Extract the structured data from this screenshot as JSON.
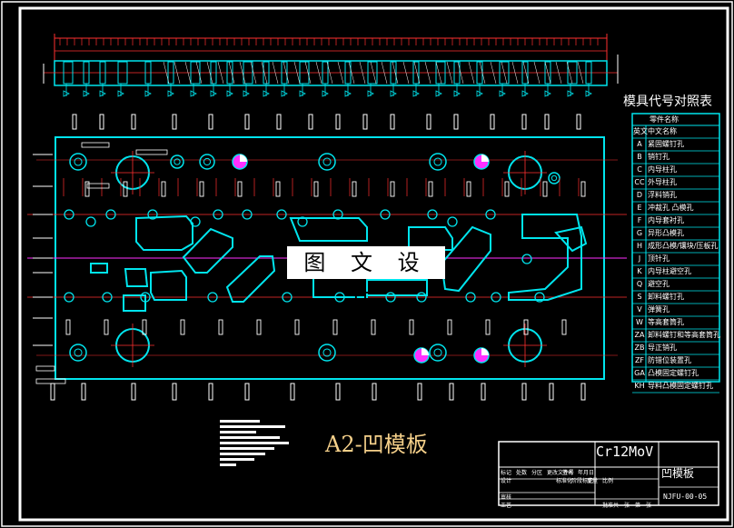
{
  "watermark": "图 文 设 计",
  "part_title": "A2-凹模板",
  "legend": {
    "title": "模具代号对照表",
    "header": "零件名称",
    "rows": [
      {
        "code": "英文",
        "name": "中文名称"
      },
      {
        "code": "A",
        "name": "紧固螺钉孔"
      },
      {
        "code": "B",
        "name": "销钉孔"
      },
      {
        "code": "C",
        "name": "内导柱孔"
      },
      {
        "code": "CC",
        "name": "外导柱孔"
      },
      {
        "code": "D",
        "name": "浮料销孔"
      },
      {
        "code": "E",
        "name": "冲裁孔 凸模孔"
      },
      {
        "code": "F",
        "name": "内导套衬孔"
      },
      {
        "code": "G",
        "name": "异形凸模孔"
      },
      {
        "code": "H",
        "name": "成形凸模/镶块/压板孔"
      },
      {
        "code": "J",
        "name": "顶针孔"
      },
      {
        "code": "K",
        "name": "内导柱避空孔"
      },
      {
        "code": "Q",
        "name": "避空孔"
      },
      {
        "code": "S",
        "name": "卸料螺钉孔"
      },
      {
        "code": "V",
        "name": "弹簧孔"
      },
      {
        "code": "W",
        "name": "等高套筒孔"
      },
      {
        "code": "ZA",
        "name": "卸料螺钉和等高套筒孔"
      },
      {
        "code": "ZB",
        "name": "导正销孔"
      },
      {
        "code": "ZF",
        "name": "防错位装置孔"
      },
      {
        "code": "GA",
        "name": "凸模固定螺钉孔"
      },
      {
        "code": "KH",
        "name": "导料凸模固定螺钉孔"
      }
    ]
  },
  "title_block": {
    "material": "Cr12MoV",
    "part_name": "凹模板",
    "drawing_no": "NJFU-00-05",
    "labels_row1": [
      "标记",
      "处数",
      "分区",
      "更改文件号",
      "签名",
      "年月日"
    ],
    "labels_row2": [
      "设计",
      "标准化",
      "阶段标记",
      "重量",
      "比例"
    ],
    "labels_row3": [
      "审核"
    ],
    "labels_row4": [
      "工艺",
      "批准",
      "共",
      "张",
      "第",
      "张"
    ]
  },
  "colors": {
    "background": "#000000",
    "frame": "#ffffff",
    "outline": "#00e5ee",
    "dimension": "#ff3030",
    "center_line": "#ff3030",
    "hatch": "#ff30ff",
    "title_text": "#f5d08a"
  }
}
